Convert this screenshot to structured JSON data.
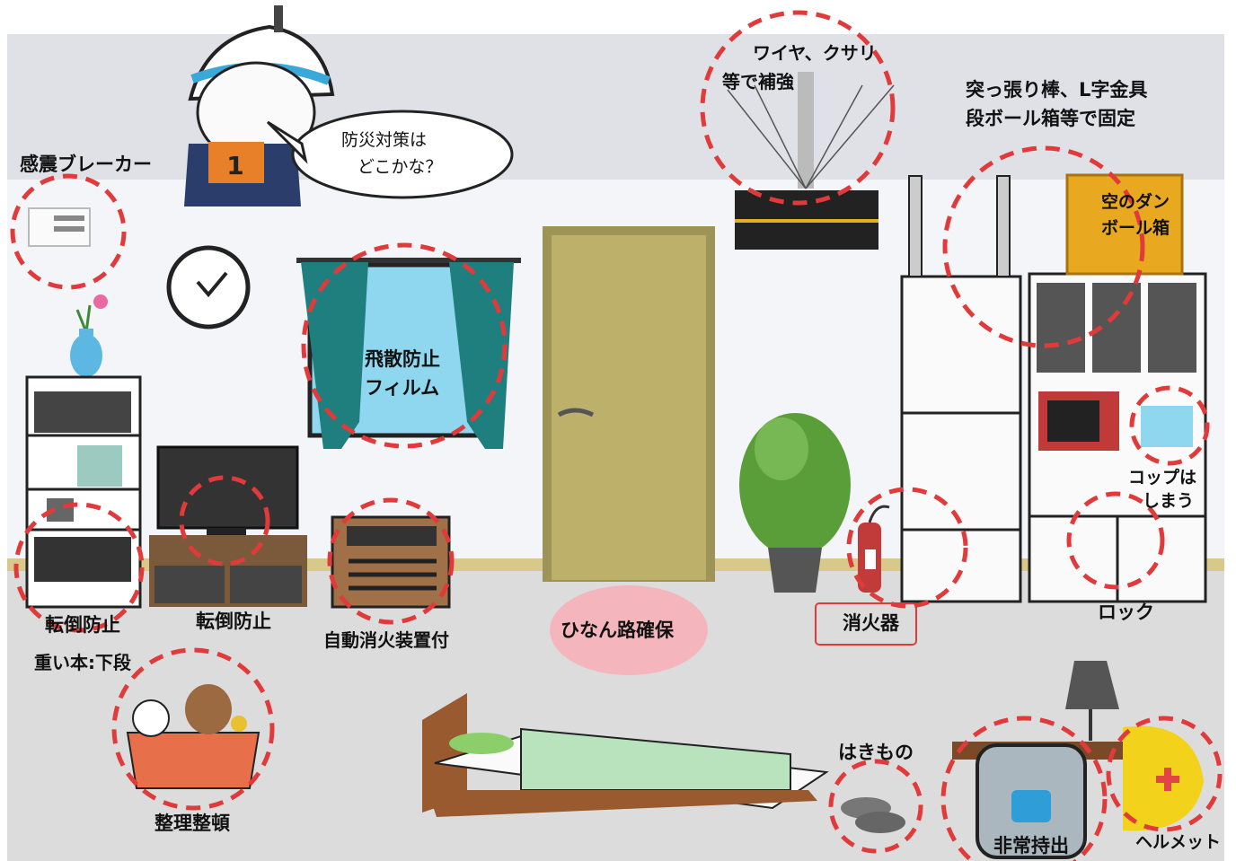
{
  "speech": {
    "line1": "防災対策は",
    "line2": "どこかな？"
  },
  "mascot": {
    "number": "1"
  },
  "labels": {
    "breaker": "感震ブレーカー",
    "wire_line1": "ワイヤ、クサリ",
    "wire_line2": "等で補強",
    "brace_line1": "突っ張り棒、L字金具",
    "brace_line2": "段ボール箱等で固定",
    "box_line1": "空のダン",
    "box_line2": "ボール箱",
    "film_line1": "飛散防止",
    "film_line2": "フィルム",
    "cup_line1": "コップは",
    "cup_line2": "しまう",
    "shelf_fall": "転倒防止",
    "heavy_books": "重い本:下段",
    "tv_fall": "転倒防止",
    "heater": "自動消火装置付",
    "evacuation": "ひなん路確保",
    "extinguisher": "消火器",
    "lock": "ロック",
    "tidy": "整理整頓",
    "footwear": "はきもの",
    "emergency_bag": "非常持出",
    "helmet": "ヘルメット"
  },
  "colors": {
    "wall": "#f4f5f8",
    "ceiling": "#dfe1e6",
    "floor": "#dcdcdc",
    "baseboard": "#d8c98a",
    "circle": "#e03a3a",
    "door": "#bdb06b",
    "curtain": "#1f7f7f",
    "window": "#8fd6ef"
  }
}
